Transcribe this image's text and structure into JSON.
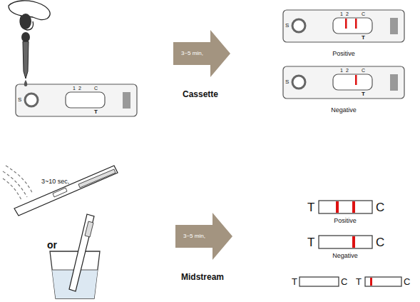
{
  "diagram": {
    "nodes": [
      {
        "text": [
          "3~5 min,",
          "Cassette"
        ]
      },
      {
        "text": [
          "3~5 min,",
          "Midstream"
        ]
      }
    ],
    "labels": [
      "S",
      "1",
      "2",
      "C",
      "T",
      "S",
      "1",
      "2",
      "C",
      "T",
      "Positive",
      "S",
      "1",
      "2",
      "C",
      "T",
      "Negative",
      "3~10 sec,",
      "or",
      "T",
      "C",
      "Positive",
      "T",
      "C",
      "Negative",
      "T",
      "C",
      "T",
      "C"
    ]
  }
}
